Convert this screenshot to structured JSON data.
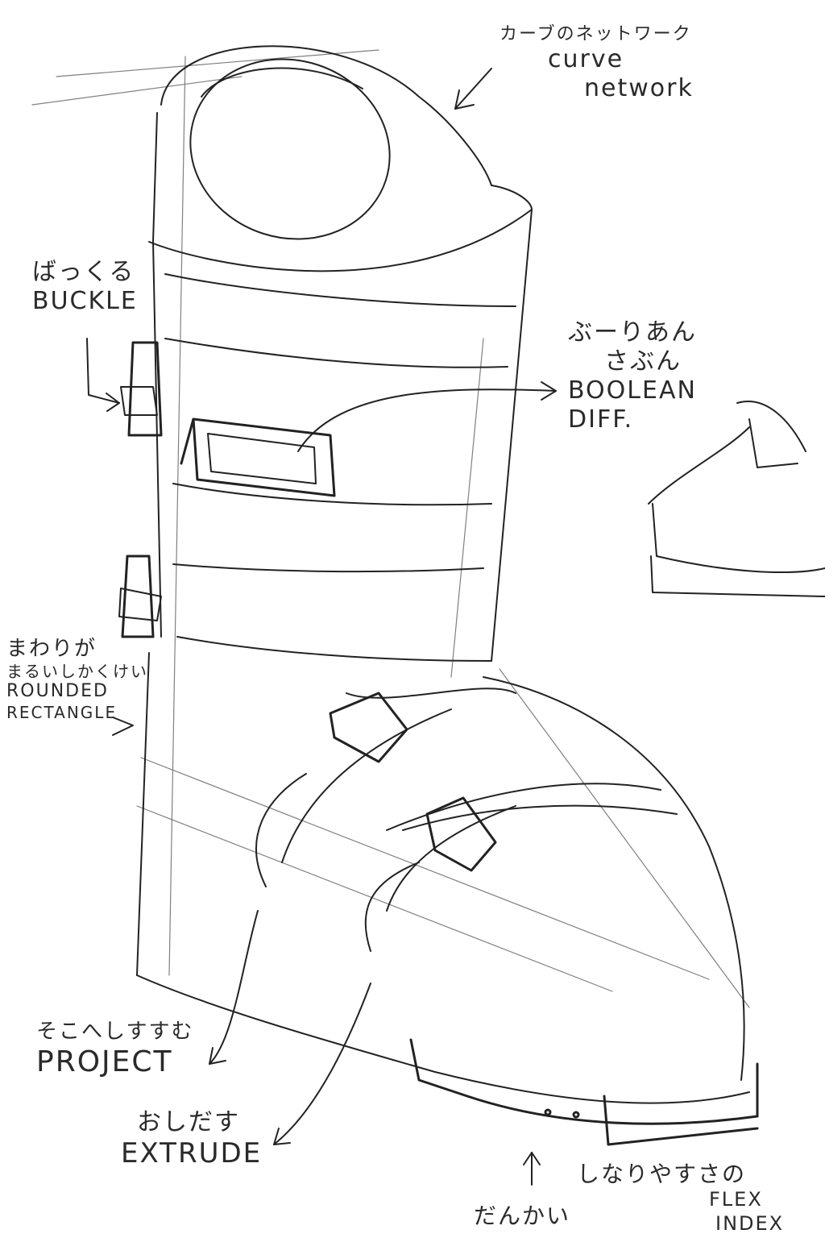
{
  "annotations": {
    "curve_network": {
      "ja": "カーブのネットワーク",
      "en_1": "curve",
      "en_2": "network"
    },
    "buckle": {
      "ja": "ばっくる",
      "en": "BUCKLE"
    },
    "boolean_diff": {
      "ja_1": "ぶーりあん",
      "ja_2": "さぶん",
      "en_1": "BOOLEAN",
      "en_2": "DIFF."
    },
    "rounded_rectangle": {
      "ja_1": "まわりが",
      "ja_2": "まるいしかくけい",
      "en_1": "ROUNDED",
      "en_2": "RECTANGLE"
    },
    "project": {
      "ja": "そこへしすすむ",
      "en": "PROJECT"
    },
    "extrude": {
      "ja": "おしだす",
      "en": "EXTRUDE"
    },
    "flex_index": {
      "ja_1": "しなりやすさの",
      "ja_2": "だんかい",
      "en_1": "FLEX",
      "en_2": "INDEX"
    }
  },
  "colors": {
    "ink": "#222222",
    "paper": "#ffffff"
  }
}
